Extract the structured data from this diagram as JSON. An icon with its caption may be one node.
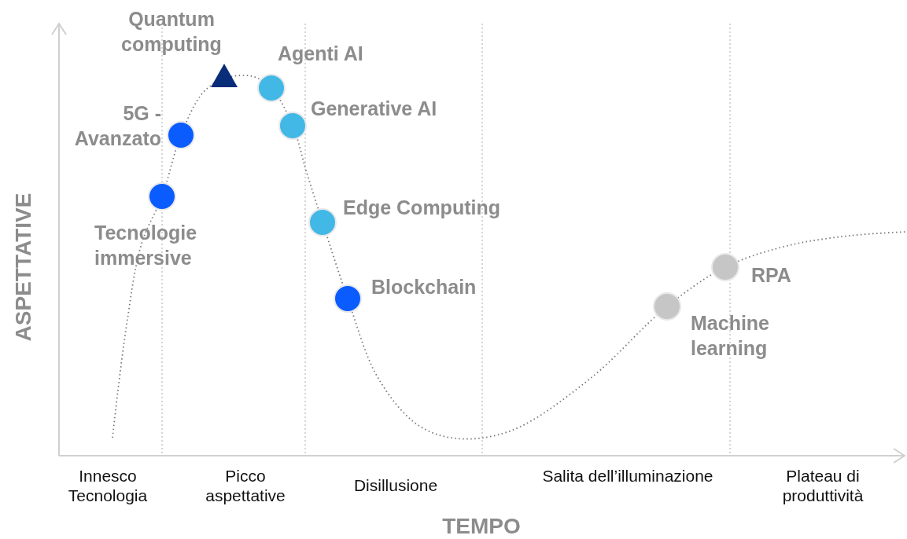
{
  "diagram": {
    "nodes": [
      {
        "text": [],
        "shape": "circle",
        "beside": [
          "Tecnologie immersive"
        ]
      },
      {
        "text": [],
        "shape": "circle",
        "beside": [
          "5G - Avanzato"
        ]
      },
      {
        "text": [],
        "shape": "triangle",
        "beside": [
          "Quantum computing"
        ]
      },
      {
        "text": [],
        "shape": "circle",
        "beside": [
          "Agenti AI"
        ]
      },
      {
        "text": [],
        "shape": "circle",
        "beside": [
          "Generative AI"
        ]
      },
      {
        "text": [],
        "shape": "circle",
        "beside": [
          "Edge Computing"
        ]
      },
      {
        "text": [],
        "shape": "circle",
        "beside": [
          "Blockchain"
        ]
      },
      {
        "text": [],
        "shape": "circle",
        "beside": [
          "Machine learning"
        ]
      },
      {
        "text": [],
        "shape": "circle",
        "beside": [
          "RPA"
        ]
      }
    ],
    "labels": [
      "ASPETTATIVE",
      "Innesco Tecnologia",
      "Picco aspettative",
      "Disillusione",
      "Salita dell’illuminazione",
      "Plateau di produttività",
      "TEMPO"
    ]
  }
}
